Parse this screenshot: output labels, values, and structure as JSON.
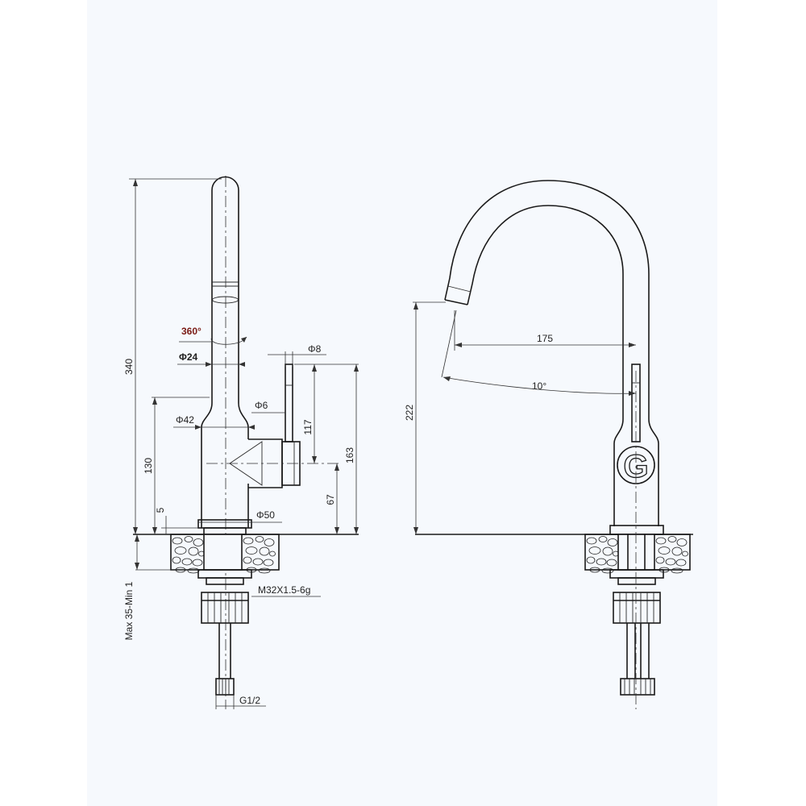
{
  "dimensions": {
    "d340": "340",
    "d130": "130",
    "d5": "5",
    "dmax": "Max 35-Min 1",
    "d360": "360°",
    "phi24": "Φ24",
    "phi8": "Φ8",
    "phi6": "Φ6",
    "phi42": "Φ42",
    "phi50": "Φ50",
    "d117": "117",
    "d163": "163",
    "d67": "67",
    "thread": "M32X1.5-6g",
    "g12": "G1/2",
    "d175": "175",
    "d10": "10°",
    "d222": "222"
  },
  "logo": "G"
}
